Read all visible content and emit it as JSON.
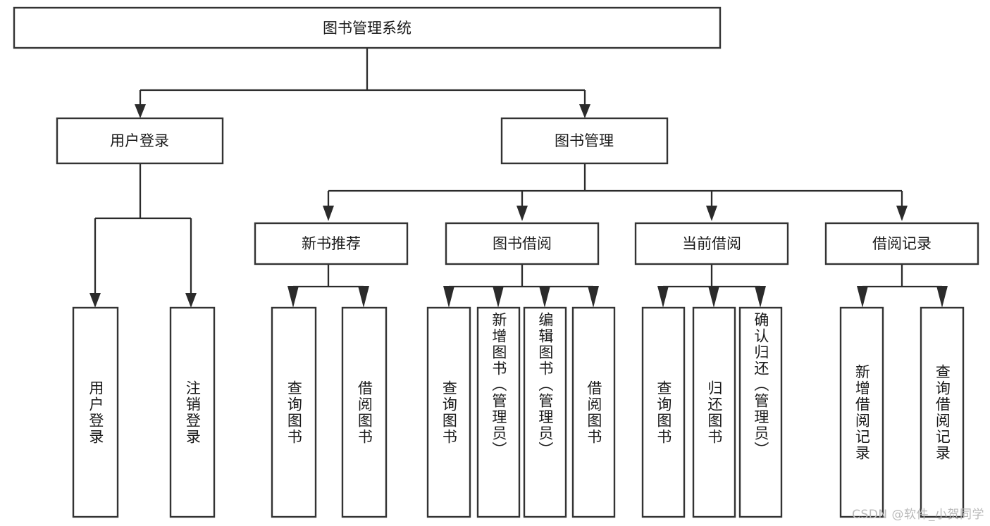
{
  "diagram": {
    "title": "图书管理系统",
    "watermark": "CSDN @软件_小贺同学",
    "type": "tree-hierarchy-flowchart",
    "root": {
      "label": "图书管理系统"
    },
    "level2": [
      {
        "label": "用户登录"
      },
      {
        "label": "图书管理"
      }
    ],
    "level3": [
      {
        "label": "新书推荐"
      },
      {
        "label": "图书借阅"
      },
      {
        "label": "当前借阅"
      },
      {
        "label": "借阅记录"
      }
    ],
    "leaves": {
      "user_login": [
        {
          "label": "用户登录"
        },
        {
          "label": "注销登录"
        }
      ],
      "new_book_recommend": [
        {
          "label": "查询图书"
        },
        {
          "label": "借阅图书"
        }
      ],
      "book_borrow": [
        {
          "label": "查询图书"
        },
        {
          "label": "新增图书（管理员）"
        },
        {
          "label": "编辑图书（管理员）"
        },
        {
          "label": "借阅图书"
        }
      ],
      "current_borrow": [
        {
          "label": "查询图书"
        },
        {
          "label": "归还图书"
        },
        {
          "label": "确认归还（管理员）"
        }
      ],
      "borrow_record": [
        {
          "label": "新增借阅记录"
        },
        {
          "label": "查询借阅记录"
        }
      ]
    },
    "colors": {
      "box_stroke": "#333333",
      "box_fill": "#ffffff",
      "connector": "#2b2b2b",
      "text": "#1a1a1a",
      "watermark": "#b9b9b9",
      "background": "#ffffff"
    }
  }
}
